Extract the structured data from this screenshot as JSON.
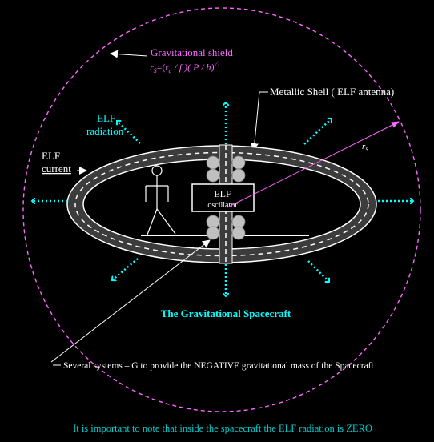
{
  "diagram": {
    "shield_label": "Gravitational shield",
    "shield_formula": {
      "lhs": "r",
      "lhs_sub": "S",
      "body1": "=(r",
      "body_sub": "g",
      "body2": " / f )( P / h)",
      "exponent": "¹⁄₄"
    },
    "metallic_shell_label": "Metallic Shell ( ELF antenna)",
    "elf_radiation_label_line1": "ELF",
    "elf_radiation_label_line2": "radiation",
    "elf_current_label_line1": "ELF",
    "elf_current_label_line2": "current",
    "rs_label": "r",
    "rs_sub": "S",
    "oscillator_line1": "ELF",
    "oscillator_line2": "oscillator",
    "title": "The Gravitational Spacecraft",
    "systems_note": "Several systems – G to provide the NEGATIVE gravitational mass of the Spacecraft",
    "footer_note": "It is important to note that inside the spacecraft the ELF radiation is ZERO"
  },
  "colors": {
    "background": "#000000",
    "shield": "#ff66ff",
    "radiation": "#00ffff",
    "title": "#00ffff",
    "footer": "#00cccc",
    "shell": "#404040",
    "text": "#ffffff"
  },
  "icons": [
    "astronaut-figure",
    "elf-radiation-arrow",
    "shield-circle"
  ]
}
